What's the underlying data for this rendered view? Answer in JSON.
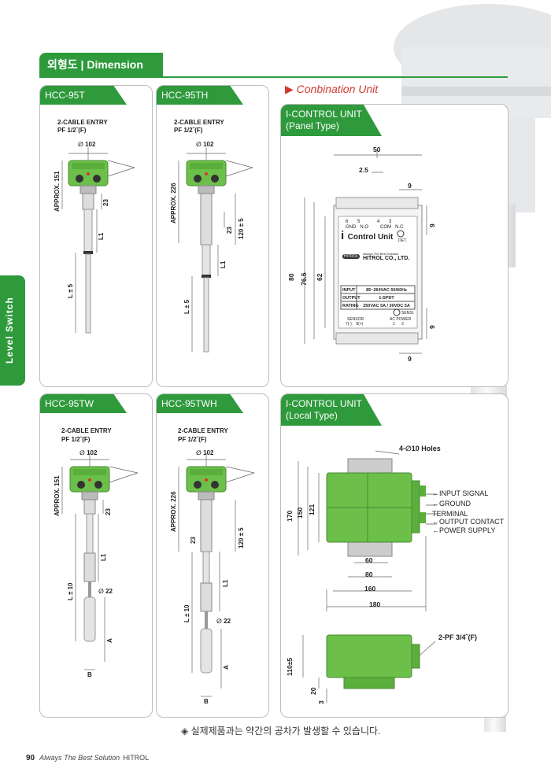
{
  "header": {
    "title_ko": "외형도",
    "title_en": "Dimension"
  },
  "side_tab": {
    "label": "Level Switch"
  },
  "combination": {
    "title": "Conbination Unit"
  },
  "panels": {
    "p1": {
      "title": "HCC-95T",
      "entry": "2-CABLE ENTRY",
      "pf": "PF 1/2˝(F)",
      "dia": "∅ 102",
      "approx": "APPROX. 151",
      "d23": "23",
      "l1": "L1",
      "l": "L ± 5"
    },
    "p2": {
      "title": "HCC-95TH",
      "entry": "2-CABLE ENTRY",
      "pf": "PF 1/2˝(F)",
      "dia": "∅ 102",
      "approx": "APPROX. 226",
      "d120": "120 ± 5",
      "d23": "23",
      "l1": "L1",
      "l": "L ± 5"
    },
    "p3": {
      "title": "HCC-95TW",
      "entry": "2-CABLE ENTRY",
      "pf": "PF 1/2˝(F)",
      "dia": "∅ 102",
      "approx": "APPROX. 151",
      "d23": "23",
      "l1": "L1",
      "l": "L ± 10",
      "d22": "∅ 22",
      "a": "A",
      "b": "B"
    },
    "p4": {
      "title": "HCC-95TWH",
      "entry": "2-CABLE ENTRY",
      "pf": "PF 1/2˝(F)",
      "dia": "∅ 102",
      "approx": "APPROX. 226",
      "d120": "120 ± 5",
      "d23": "23",
      "l1": "L1",
      "l": "L ± 10",
      "d22": "∅ 22",
      "a": "A",
      "b": "B"
    },
    "icu_panel": {
      "title1": "I-CONTROL UNIT",
      "title2": "(Panel Type)",
      "d50": "50",
      "d25": "2.5",
      "d9a": "9",
      "d9b": "9",
      "d9c": "9",
      "d9d": "9",
      "d80": "80",
      "d765": "76.5",
      "d62": "62",
      "term_nums": [
        "6",
        "5",
        "4",
        "3"
      ],
      "term_labels": [
        "GND",
        "N.O",
        "COM",
        "N.C"
      ],
      "logo_i": "i",
      "logo_text": "Control Unit",
      "company_tag": "HITROL",
      "slogan": "Always The Best Solution",
      "company": "HITROL CO., LTD.",
      "spec": [
        [
          "INPUT",
          "85~264VAC 50/60Hz"
        ],
        [
          "OUTPUT",
          "1-SPDT"
        ],
        [
          "RATING",
          "250VAC 5A / 30VDC 5A"
        ]
      ],
      "sensi": "SENSI.",
      "sensor": "SENSOR",
      "s7": "7(-)",
      "s8": "8(+)",
      "acpower": "AC POWER",
      "p1": "1",
      "p2": "2",
      "det": "DET."
    },
    "icu_local": {
      "title1": "I-CONTROL UNIT",
      "title2": "(Local Type)",
      "holes": "4-∅10 Holes",
      "d170": "170",
      "d150": "150",
      "d121": "121",
      "d60": "60",
      "d80": "80",
      "d160": "160",
      "d180": "180",
      "labels": [
        "INPUT SIGNAL",
        "GROUND TERMINAL",
        "OUTPUT CONTACT",
        "POWER SUPPLY"
      ],
      "pf34": "2-PF 3/4˝(F)",
      "d110": "110±5",
      "d20": "20",
      "d3": "3"
    }
  },
  "note": "실제제품과는 약간의 공차가 발생할 수 있습니다.",
  "footer": {
    "page": "90",
    "slogan": "Always The Best Solution",
    "brand": "HITROL"
  },
  "colors": {
    "accent": "#2e9a3c",
    "red": "#d23a2f",
    "device": "#6cc04a"
  }
}
